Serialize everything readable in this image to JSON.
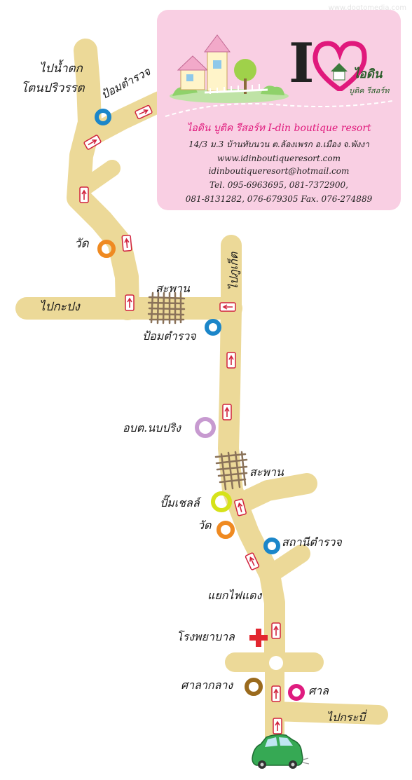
{
  "watermark": "www.dogtomedia.com",
  "card": {
    "logo_letter": "I",
    "logo_name": "ไอดิน",
    "logo_sub": "บูติค รีสอร์ท",
    "title": "ไอดิน บูติค รีสอร์ท I-din boutique resort",
    "address": "14/3 ม.3 บ้านทับนวน ต.ล้องเพรก อ.เมือง จ.พังงา",
    "website": "www.idinboutiqueresort.com",
    "email": "idinboutiqueresort@hotmail.com",
    "tel1": "Tel. 095-6963695, 081-7372900,",
    "tel2": "081-8131282, 076-679305 Fax. 076-274889"
  },
  "labels": {
    "waterfall_1": "ไปน้ำตก",
    "waterfall_2": "โตนปริวรรต",
    "police_top": "ป้อมตำรวจ",
    "temple_top": "วัด",
    "bridge_top": "สะพาน",
    "to_kapong": "ไปกะปง",
    "to_phuket": "ไปภูเก็ต",
    "police_mid": "ป้อมตำรวจ",
    "obt": "อบต.นบปริง",
    "bridge_bottom": "สะพาน",
    "gas_station": "ปั๊มเชลล์",
    "temple_bottom": "วัด",
    "police_station": "สถานีตำรวจ",
    "traffic_light": "แยกไฟแดง",
    "hospital": "โรงพยาบาล",
    "city_hall": "ศาลากลาง",
    "court": "ศาล",
    "to_krabi": "ไปกระบี่"
  },
  "colors": {
    "road": "#ecd998",
    "card_bg": "#f9cfe3",
    "title_pink": "#e0197c",
    "arrow_red": "#d1233e",
    "police_blue": "#1b86c9",
    "temple_orange": "#ef8a21",
    "obt_purple": "#c79ad0",
    "shell_yellow": "#d6e21a",
    "city_hall_brown": "#9a6a1d",
    "court_magenta": "#df1c7f",
    "hospital_red": "#e2262f",
    "car_green": "#36a954"
  },
  "icons": [
    "road-arrow-icon",
    "police-marker-icon",
    "temple-marker-icon",
    "obt-marker-icon",
    "gas-station-marker-icon",
    "city-hall-marker-icon",
    "court-marker-icon",
    "hospital-cross-icon",
    "car-icon",
    "house-illustration-icon",
    "heart-logo-icon"
  ]
}
